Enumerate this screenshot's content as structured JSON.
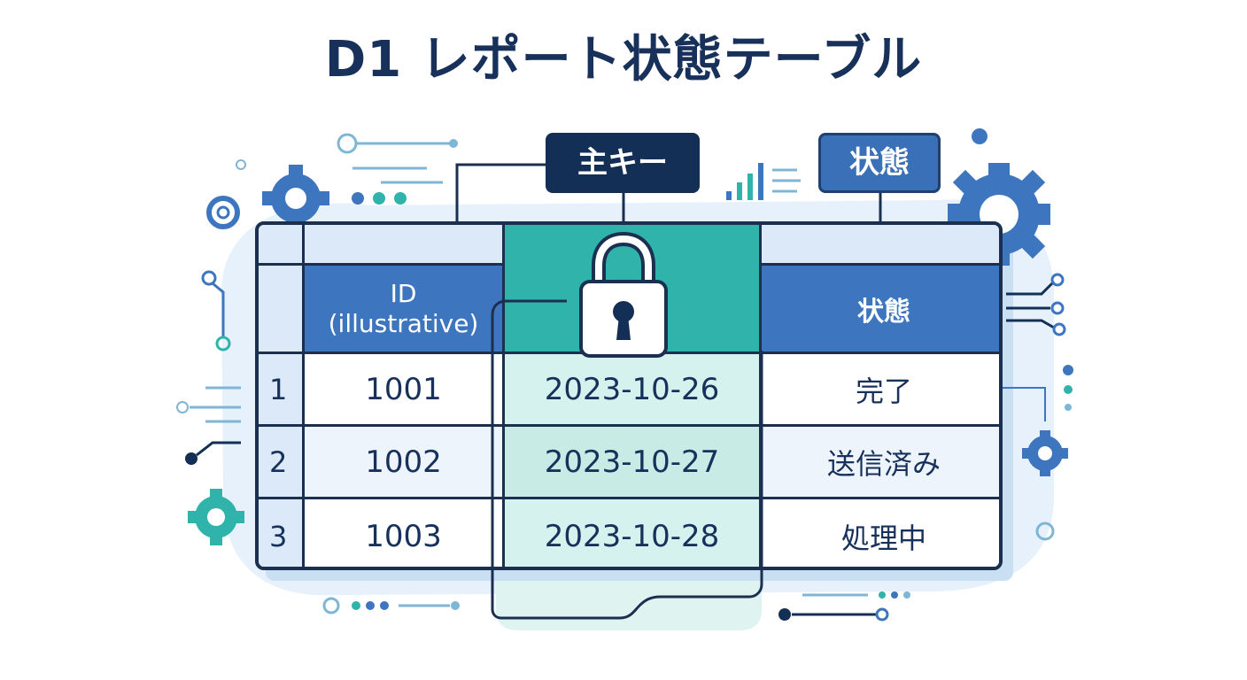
{
  "title": "D1 レポート状態テーブル",
  "callouts": {
    "primary_key": "主キー",
    "status": "状態"
  },
  "table": {
    "headers": {
      "id_line1": "ID",
      "id_line2": "(illustrative)",
      "status": "状態"
    },
    "rows": [
      {
        "num": "1",
        "id": "1001",
        "date": "2023-10-26",
        "status": "完了"
      },
      {
        "num": "2",
        "id": "1002",
        "date": "2023-10-27",
        "status": "送信済み"
      },
      {
        "num": "3",
        "id": "1003",
        "date": "2023-10-28",
        "status": "処理中"
      }
    ]
  },
  "colors": {
    "navy": "#132f55",
    "blue": "#3d76bf",
    "teal": "#2fb3ab",
    "light_blue": "#dbe9f8",
    "light_teal": "#d6f2ef"
  },
  "icons": [
    "padlock-icon",
    "gear-icon",
    "bar-chart-icon",
    "circuit-node-icon"
  ]
}
